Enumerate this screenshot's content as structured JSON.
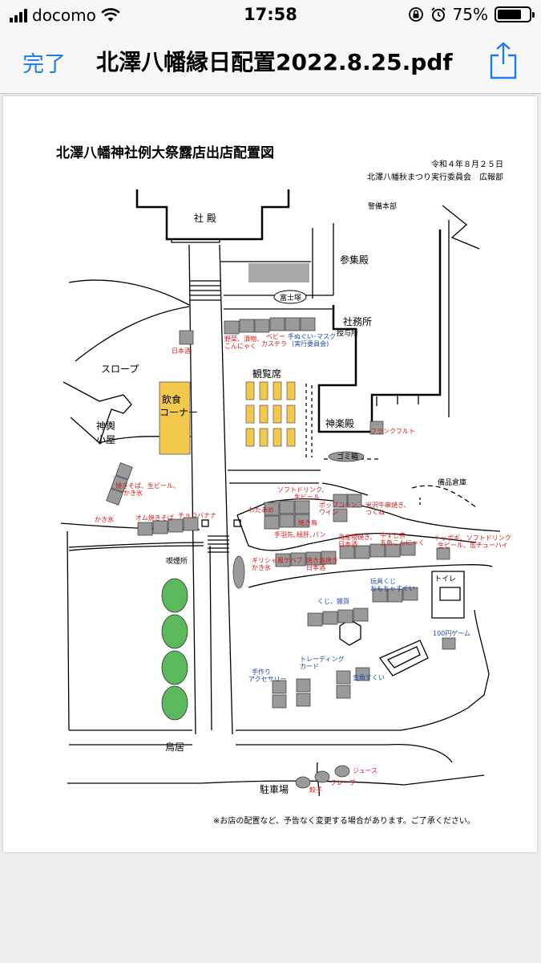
{
  "status": {
    "carrier": "docomo",
    "time": "17:58",
    "battery_percent": "75%",
    "battery_level": 0.75
  },
  "nav": {
    "done_label": "完了",
    "title": "北澤八幡縁日配置2022.8.25.pdf"
  },
  "doc": {
    "title": "北澤八幡神社例大祭露店出店配置図",
    "date": "令和４年８月２５日",
    "org": "北澤八幡秋まつり実行委員会　広報部",
    "footnote": "※お店の配置など、予告なく変更する場合があります。ご了承ください。"
  },
  "map": {
    "labels": {
      "shaden": "社 殿",
      "keibi": "警備本部",
      "sanshuden": "参集殿",
      "fujizuka": "富士塚",
      "shamusho": "社務所",
      "juyosho": "授与所",
      "slope": "スロープ",
      "kanranseki": "観覧席",
      "inshoku": "飲食",
      "corner": "コーナー",
      "mikoshi1": "神輿",
      "mikoshi2": "小屋",
      "kaguraden": "神楽殿",
      "gomibako": "ゴミ箱",
      "bihin": "備品倉庫",
      "kitsuen": "喫煙所",
      "toire": "トイレ",
      "torii": "鳥居",
      "chushajo": "駐車場"
    },
    "stalls": {
      "nihonshu1": "日本酒",
      "yasai": "野菜、漬物、",
      "konnyaku": "こんにゃく",
      "baby": "ベビー",
      "castella": "カステラ",
      "tenugui": "手ぬぐい･マスク",
      "jikko": "(実行委員会)",
      "frank": "フランクフルト",
      "yakisoba1": "焼きそば、生ビール、",
      "kakigori1": "かき氷",
      "kakigori2": "かき氷",
      "omu": "オム焼きそば",
      "choco": "チョコバナナ",
      "softdrink1": "ソフトドリンク、",
      "namabeer1": "生ビール",
      "wataame": "わたあめ",
      "yakitori": "焼き鳥",
      "popcorn": "ポップコーン、",
      "wine": "ワイン",
      "yonezawa": "米沢牛串焼き、",
      "tsukune": "つくね",
      "teba": "手羽先､紐肝､パン",
      "kaisan": "海産物焼き、",
      "nihonshu2": "日本酒",
      "gyusuji": "牛すじ煮",
      "goma": "五色こんにゃく",
      "tokkubo": "トッポギ、ソフトドリンク",
      "namabeer2": "生ビール、缶チューハイ",
      "girisha": "ギリシャ風ケバブ",
      "kakigori3": "かき氷",
      "menu": "焼き鳥焼き",
      "nihonshu3": "日本酒",
      "omocha1": "玩具くじ",
      "omocha2": "おもちゃすくい",
      "kuji": "くじ、雑貨",
      "yen100": "100円ゲーム",
      "trading1": "トレーディング",
      "trading2": "カード",
      "tezukuri1": "手作り",
      "tezukuri2": "アクセサリー",
      "kingyo": "金魚すくい",
      "juice": "ジュース",
      "crepe": "クレープ",
      "gyoza": "餃子"
    }
  },
  "colors": {
    "accent": "#1a7cf5",
    "food_zone": "#f2c94c",
    "tree": "#5cb85c",
    "stall": "#9a9a9a",
    "red_label": "#d01818",
    "blue_label": "#1a4aa8"
  },
  "icons": {
    "share": "share-icon",
    "wifi": "wifi-icon",
    "signal": "signal-icon",
    "battery": "battery-icon",
    "alarm": "alarm-icon",
    "lock": "orientation-lock-icon"
  }
}
